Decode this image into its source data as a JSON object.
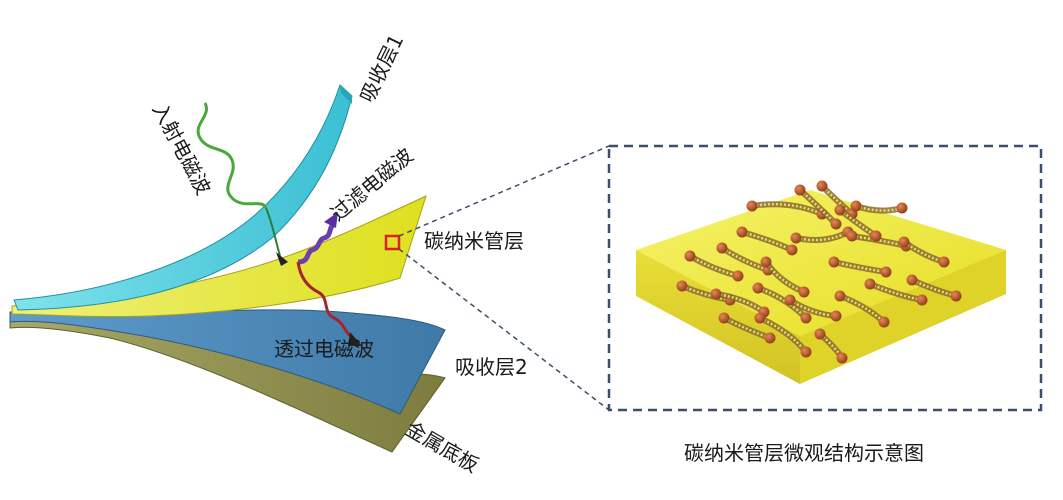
{
  "labels": {
    "absorber1": "吸收层1",
    "incident_wave": "入射电磁波",
    "filtered_wave": "过滤电磁波",
    "cnt_layer": "碳纳米管层",
    "transmitted_wave": "透过电磁波",
    "absorber2": "吸收层2",
    "metal_base": "金属底板",
    "micro_caption": "碳纳米管层微观结构示意图"
  },
  "colors": {
    "absorber1": "#3fc4d6",
    "cnt_layer": "#e6e228",
    "absorber2": "#4a86b4",
    "metal_base": "#8a8a4a",
    "dashed_box": "#3b4f6b",
    "highlight_square": "#e0201c",
    "tube": "#8a6a2a",
    "tube_end": "#b5552a"
  },
  "icons": {
    "incident_wave": "green-wavy-arrow-icon",
    "filtered_wave": "purple-wavy-arrow-icon",
    "transmitted_wave": "red-wavy-arrow-icon"
  }
}
